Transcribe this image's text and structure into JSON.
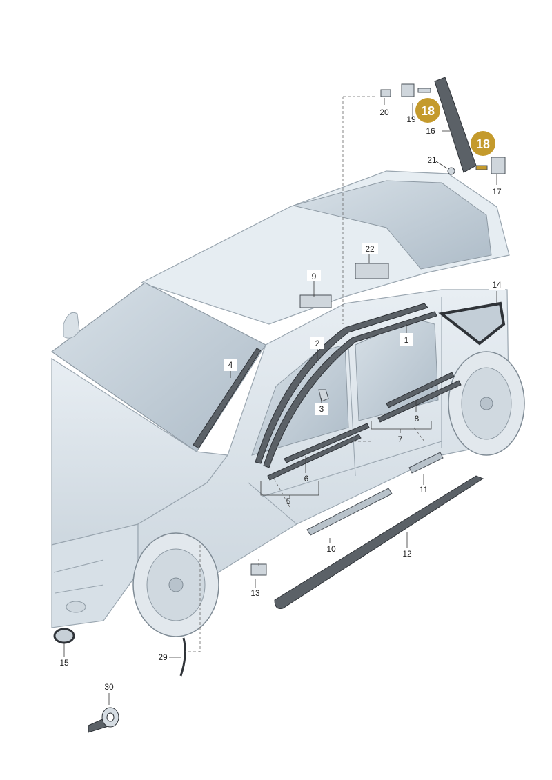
{
  "badge_label": "18",
  "callouts": {
    "c1": "1",
    "c2": "2",
    "c3": "3",
    "c4": "4",
    "c5": "5",
    "c6": "6",
    "c7": "7",
    "c8": "8",
    "c9": "9",
    "c10": "10",
    "c11": "11",
    "c12": "12",
    "c13": "13",
    "c14": "14",
    "c15": "15",
    "c16": "16",
    "c17": "17",
    "c19": "19",
    "c20": "20",
    "c21": "21",
    "c22": "22",
    "c29": "29",
    "c30": "30"
  },
  "colors": {
    "badge": "#c49a2c",
    "body_fill": "#dfe7ed",
    "glass": "#c3ced7",
    "trim": "#5b6167"
  }
}
